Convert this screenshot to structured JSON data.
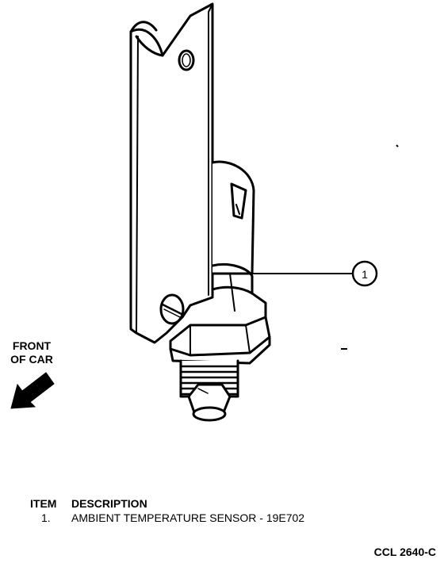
{
  "callout": {
    "number": "1"
  },
  "direction": {
    "line1": "FRONT",
    "line2": "OF CAR",
    "icon": "arrow-down-left-icon"
  },
  "legend": {
    "header_item": "ITEM",
    "header_description": "DESCRIPTION",
    "items": [
      {
        "number": "1.",
        "description": "AMBIENT TEMPERATURE SENSOR - 19E702"
      }
    ]
  },
  "reference_code": "CCL 2640-C"
}
